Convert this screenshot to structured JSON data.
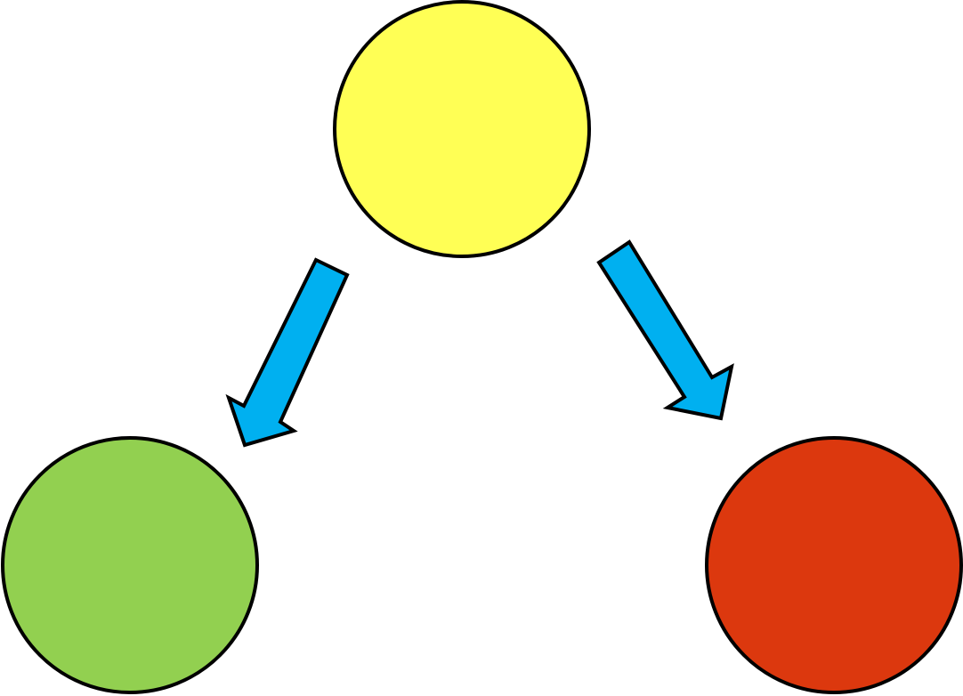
{
  "diagram": {
    "type": "node-arrow diagram",
    "nodes": [
      {
        "id": "top",
        "shape": "circle",
        "fill": "#FFFF55",
        "stroke": "#000000"
      },
      {
        "id": "bottom-left",
        "shape": "circle",
        "fill": "#92D050",
        "stroke": "#000000"
      },
      {
        "id": "bottom-right",
        "shape": "circle",
        "fill": "#DC380E",
        "stroke": "#000000"
      }
    ],
    "edges": [
      {
        "from": "top",
        "to": "bottom-left",
        "style": "block-arrow",
        "fill": "#00B0F0"
      },
      {
        "from": "top",
        "to": "bottom-right",
        "style": "block-arrow",
        "fill": "#00B0F0"
      }
    ],
    "labels": []
  }
}
